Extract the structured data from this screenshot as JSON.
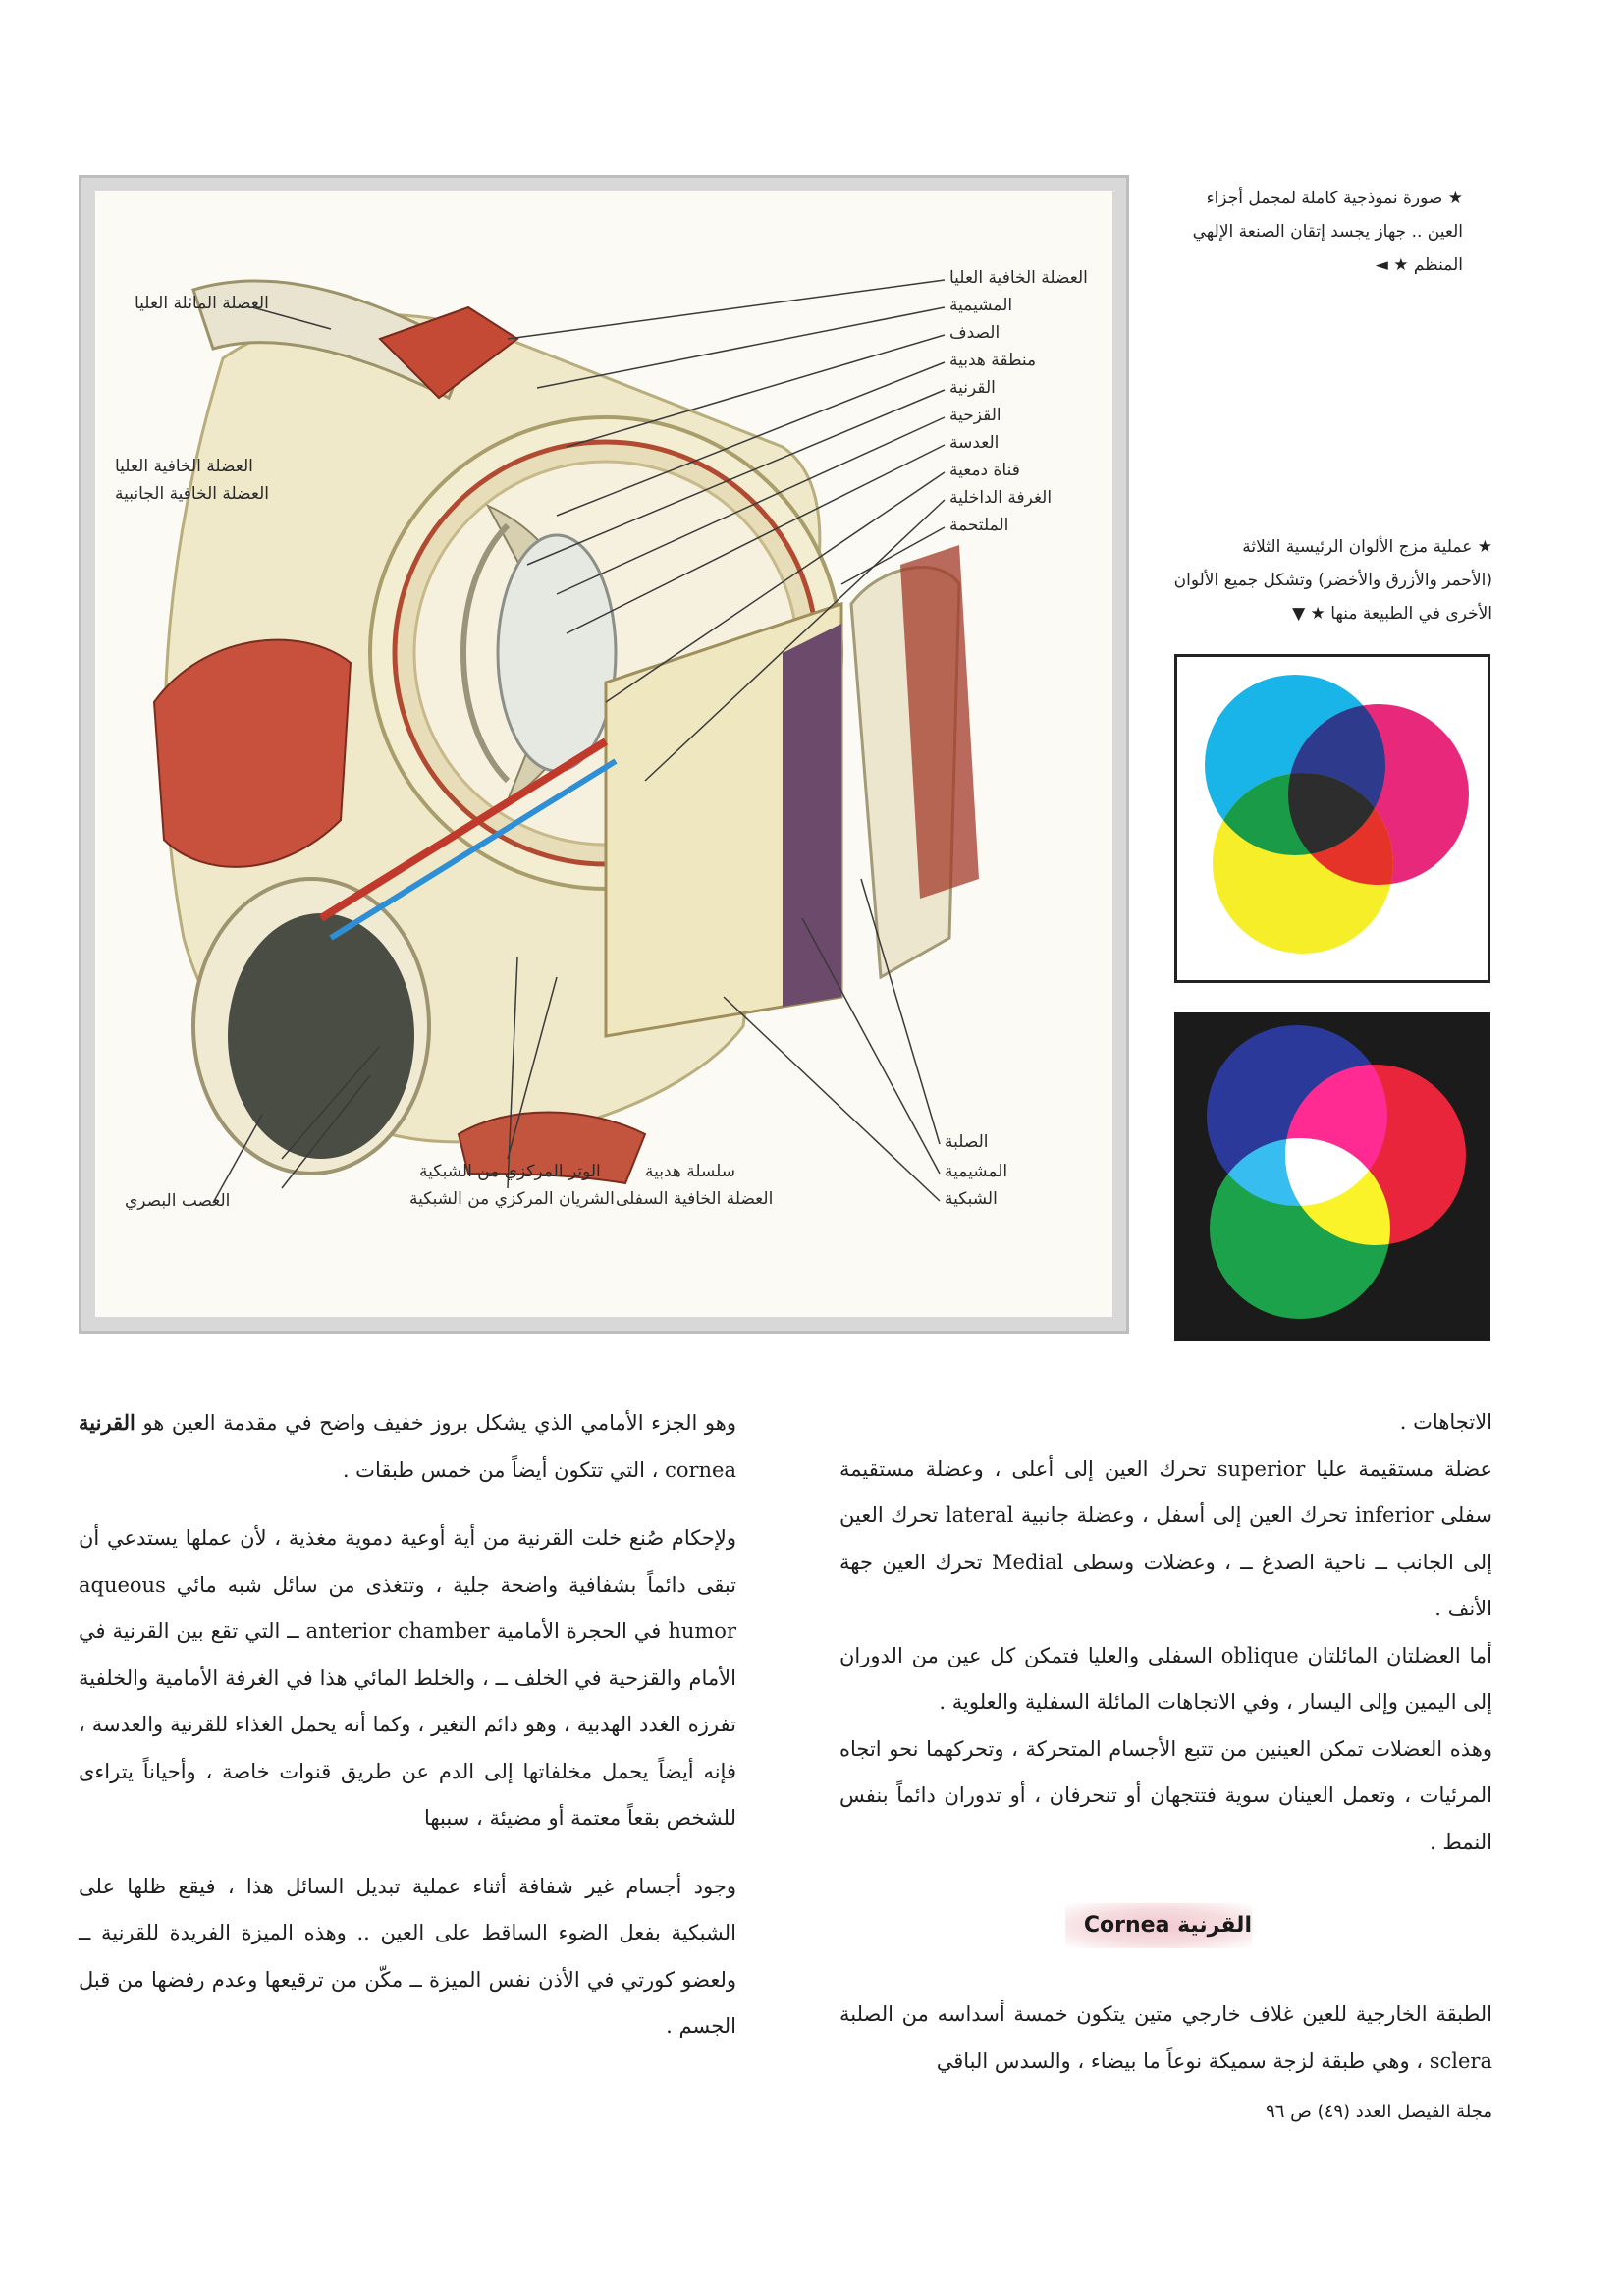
{
  "figure": {
    "labels_right": [
      "العضلة الخافية العليا",
      "المشيمية",
      "الصدف",
      "منطقة هدبية",
      "القرنية",
      "القزحية",
      "العدسة",
      "قناة دمعية",
      "الغرفة الداخلية",
      "الملتحمة"
    ],
    "labels_left": [
      "العضلة المائلة العليا",
      "العضلة الخافية العليا",
      "العضلة الخافية الجانبية"
    ],
    "labels_bottom_right": [
      "الصلبة",
      "المشيمية",
      "الشبكية"
    ],
    "labels_bottom_center": [
      "سلسلة هدبية",
      "العضلة الخافية السفلى"
    ],
    "labels_bottom_left": [
      "الوتر المركزي من الشبكية",
      "الشريان المركزي من الشبكية"
    ],
    "label_optic_nerve": "العصب البصري"
  },
  "captions": {
    "eye": [
      "★ صورة نموذجية كاملة لمجمل أجزاء",
      "العين .. جهاز يجسد إتقان الصنعة الإلهي",
      "المنظم ★ ◄"
    ],
    "colors": [
      "★ عملية مزج الألوان الرئيسية الثلاثة",
      "(الأحمر والأزرق والأخضر) وتشكل جميع الألوان",
      "الأخرى في الطبيعة منها ★ ▼"
    ]
  },
  "color_mix": {
    "subtractive": {
      "cyan": "#19b4e8",
      "magenta": "#e8287a",
      "yellow": "#f6ee28",
      "overlap_blue": "#2e3a8c",
      "overlap_red": "#e5332a",
      "overlap_green": "#1a9b47",
      "center": "#2d2d2d"
    },
    "additive": {
      "blue": "#2b3a9a",
      "red": "#e8253a",
      "green": "#1ca24a",
      "overlap_magenta": "#ff2b92",
      "overlap_cyan": "#38bdf0",
      "overlap_yellow": "#fbf32a",
      "center": "#ffffff"
    }
  },
  "right_column": {
    "paragraphs": [
      "الاتجاهات .",
      "عضلة مستقيمة عليا superior تحرك العين إلى أعلى ، وعضلة مستقيمة سفلى inferior تحرك العين إلى أسفل ، وعضلة جانبية lateral تحرك العين إلى الجانب ــ ناحية الصدغ ــ ، وعضلات وسطى Medial تحرك العين جهة الأنف .",
      "أما العضلتان المائلتان oblique السفلى والعليا فتمكن كل عين من الدوران إلى اليمين وإلى اليسار ، وفي الاتجاهات المائلة السفلية والعلوية .",
      "وهذه العضلات تمكن العينين من تتبع الأجسام المتحركة ، وتحركهما نحو اتجاه المرئيات ، وتعمل العينان سوية فتتجهان أو تنحرفان ، أو تدوران دائماً بنفس النمط ."
    ],
    "heading": "القرنية Cornea",
    "after_heading": "الطبقة الخارجية للعين غلاف خارجي متين يتكون خمسة أسداسه من الصلبة sclera ، وهي طبقة لزجة سميكة نوعاً ما بيضاء ، والسدس الباقي"
  },
  "left_column": {
    "p1_plain": "وهو الجزء الأمامي الذي يشكل بروز خفيف واضح في مقدمة العين هو",
    "p1_bold": "القرنية",
    "p1_rest": " cornea ، التي تتكون أيضاً من خمس طبقات .",
    "p2": "ولإحكام صُنع خلت القرنية من أية أوعية دموية مغذية ، لأن عملها يستدعي أن تبقى دائماً بشفافية واضحة جلية ، وتتغذى من سائل شبه مائي aqueous humor في الحجرة الأمامية anterior chamber ــ التي تقع بين القرنية في الأمام والقزحية في الخلف ــ ، والخلط المائي هذا في الغرفة الأمامية والخلفية تفرزه الغدد الهدبية ، وهو دائم التغير ، وكما أنه يحمل الغذاء للقرنية والعدسة ، فإنه أيضاً يحمل مخلفاتها إلى الدم عن طريق قنوات خاصة ، وأحياناً يتراءى للشخص بقعاً معتمة أو مضيئة ، سببها",
    "p3": "وجود أجسام غير شفافة أثناء عملية تبديل السائل هذا ، فيقع ظلها على الشبكية بفعل الضوء الساقط على العين .. وهذه الميزة الفريدة للقرنية ــ ولعضو كورتي في الأذن نفس الميزة ــ مكّن من ترقيعها وعدم رفضها من قبل الجسم ."
  },
  "footer": "مجلة الفيصل العدد (٤٩) ص ٩٦"
}
